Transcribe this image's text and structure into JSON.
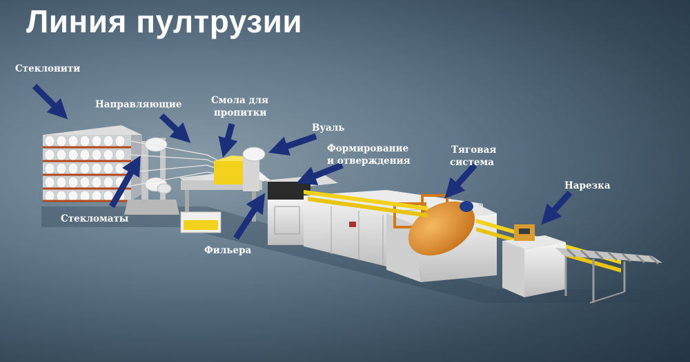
{
  "title": "Линия пултрузии",
  "labels": {
    "glass_roving": "Стеклонити",
    "guides": "Направляющие",
    "resin_line1": "Смола для",
    "resin_line2": "пропитки",
    "veil": "Вуаль",
    "forming_line1": "Формирование",
    "forming_line2": "и отверждения",
    "puller_line1": "Тяговая",
    "puller_line2": "система",
    "cutting": "Нарезка",
    "glass_mats": "Стекломаты",
    "die": "Фильера"
  },
  "colors": {
    "arrow": "#1c2f7a",
    "profile": "#f2d21a",
    "puller_orange": "#e0942e",
    "machine": "#e2e2e2"
  }
}
